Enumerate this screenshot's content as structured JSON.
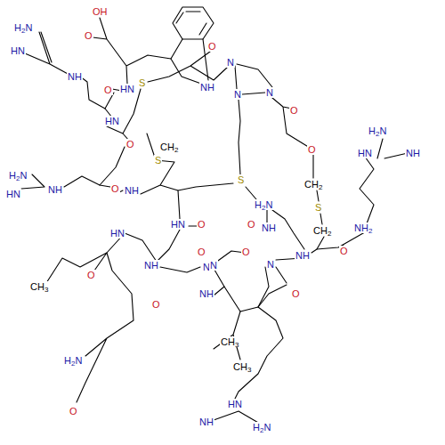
{
  "diagram": {
    "labels": [
      "OH",
      "O",
      "NH",
      "H2N",
      "HN",
      "NH",
      "O",
      "HN",
      "S",
      "O",
      "N",
      "N",
      "N",
      "O",
      "HN",
      "O",
      "H2N",
      "HN",
      "NH",
      "S",
      "O",
      "H2N",
      "NH",
      "NH",
      "O",
      "HN",
      "O",
      "CH3",
      "NH",
      "O",
      "N",
      "O",
      "HN",
      "O",
      "CH2",
      "S",
      "CH2",
      "H2N",
      "HN",
      "NH",
      "NH2",
      "NH",
      "O",
      "N",
      "O",
      "O",
      "H2N",
      "O",
      "NH",
      "N",
      "CH3",
      "CH3",
      "HN",
      "H2N",
      "NH",
      "S",
      "CH2",
      "O"
    ]
  }
}
